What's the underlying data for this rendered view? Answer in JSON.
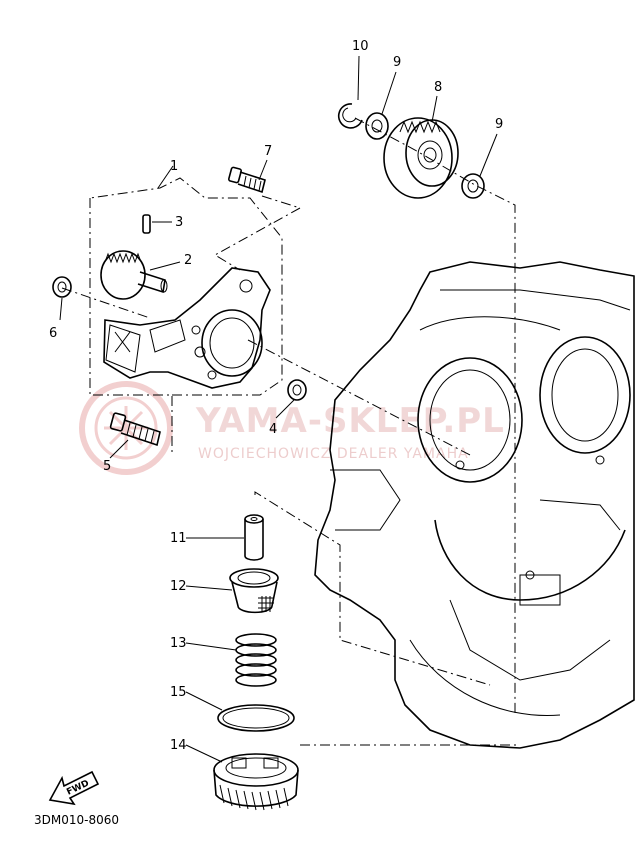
{
  "labels": {
    "p1": "1",
    "p2": "2",
    "p3": "3",
    "p4": "4",
    "p5": "5",
    "p6": "6",
    "p7": "7",
    "p8": "8",
    "p9a": "9",
    "p9b": "9",
    "p10": "10",
    "p11": "11",
    "p12": "12",
    "p13": "13",
    "p14": "14",
    "p15": "15"
  },
  "fwd_label": "FWD",
  "diagram_code": "3DM010-8060",
  "watermark": {
    "brand": "YAMA-SKLEP.PL",
    "subtitle": "WOJCIECHOWICZ   DEALER YAMAHA"
  },
  "colors": {
    "line": "#000000",
    "watermark": "#e6b8b8"
  }
}
